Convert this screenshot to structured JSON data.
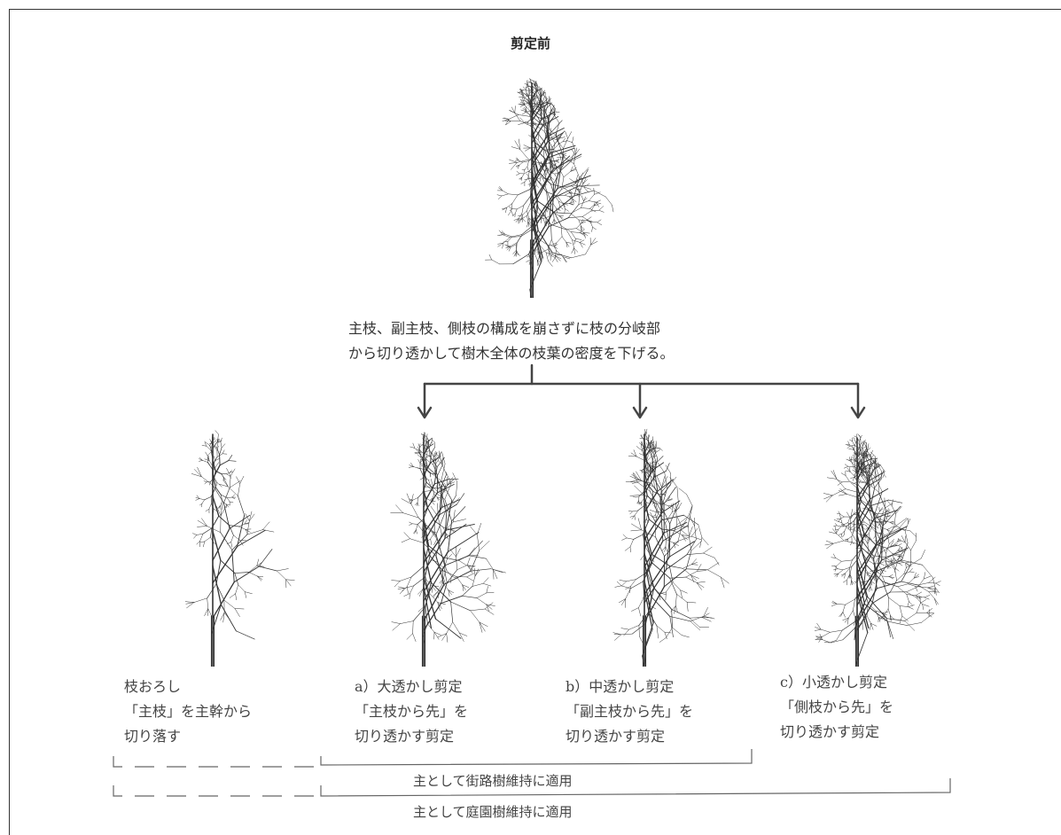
{
  "diagram": {
    "title": "剪定前",
    "description": [
      "主枝、副主枝、側枝の構成を崩さずに枝の分岐部",
      "から切り透かして樹木全体の枝葉の密度を下げる。"
    ],
    "before_tree_icon": "deciduous-tree-full-icon",
    "methods": [
      {
        "id": "edaoroshi",
        "lines": [
          "枝おろし",
          "「主枝」を主幹から",
          "切り落す"
        ],
        "tree_icon": "tree-main-branches-removed-icon"
      },
      {
        "id": "large",
        "lines": [
          "a）大透かし剪定",
          "「主枝から先」を",
          "切り透かす剪定"
        ],
        "tree_icon": "tree-large-thinning-icon"
      },
      {
        "id": "medium",
        "lines": [
          "b）中透かし剪定",
          "「副主枝から先」を",
          "切り透かす剪定"
        ],
        "tree_icon": "tree-medium-thinning-icon"
      },
      {
        "id": "small",
        "lines": [
          "c）小透かし剪定",
          "「側枝から先」を",
          "切り透かす剪定"
        ],
        "tree_icon": "tree-small-thinning-icon"
      }
    ],
    "ranges": [
      {
        "label": "主として街路樹維持に適用"
      },
      {
        "label": "主として庭園樹維持に適用"
      }
    ],
    "colors": {
      "ink": "#333333",
      "arrow": "#444444",
      "background": "#ffffff"
    }
  }
}
